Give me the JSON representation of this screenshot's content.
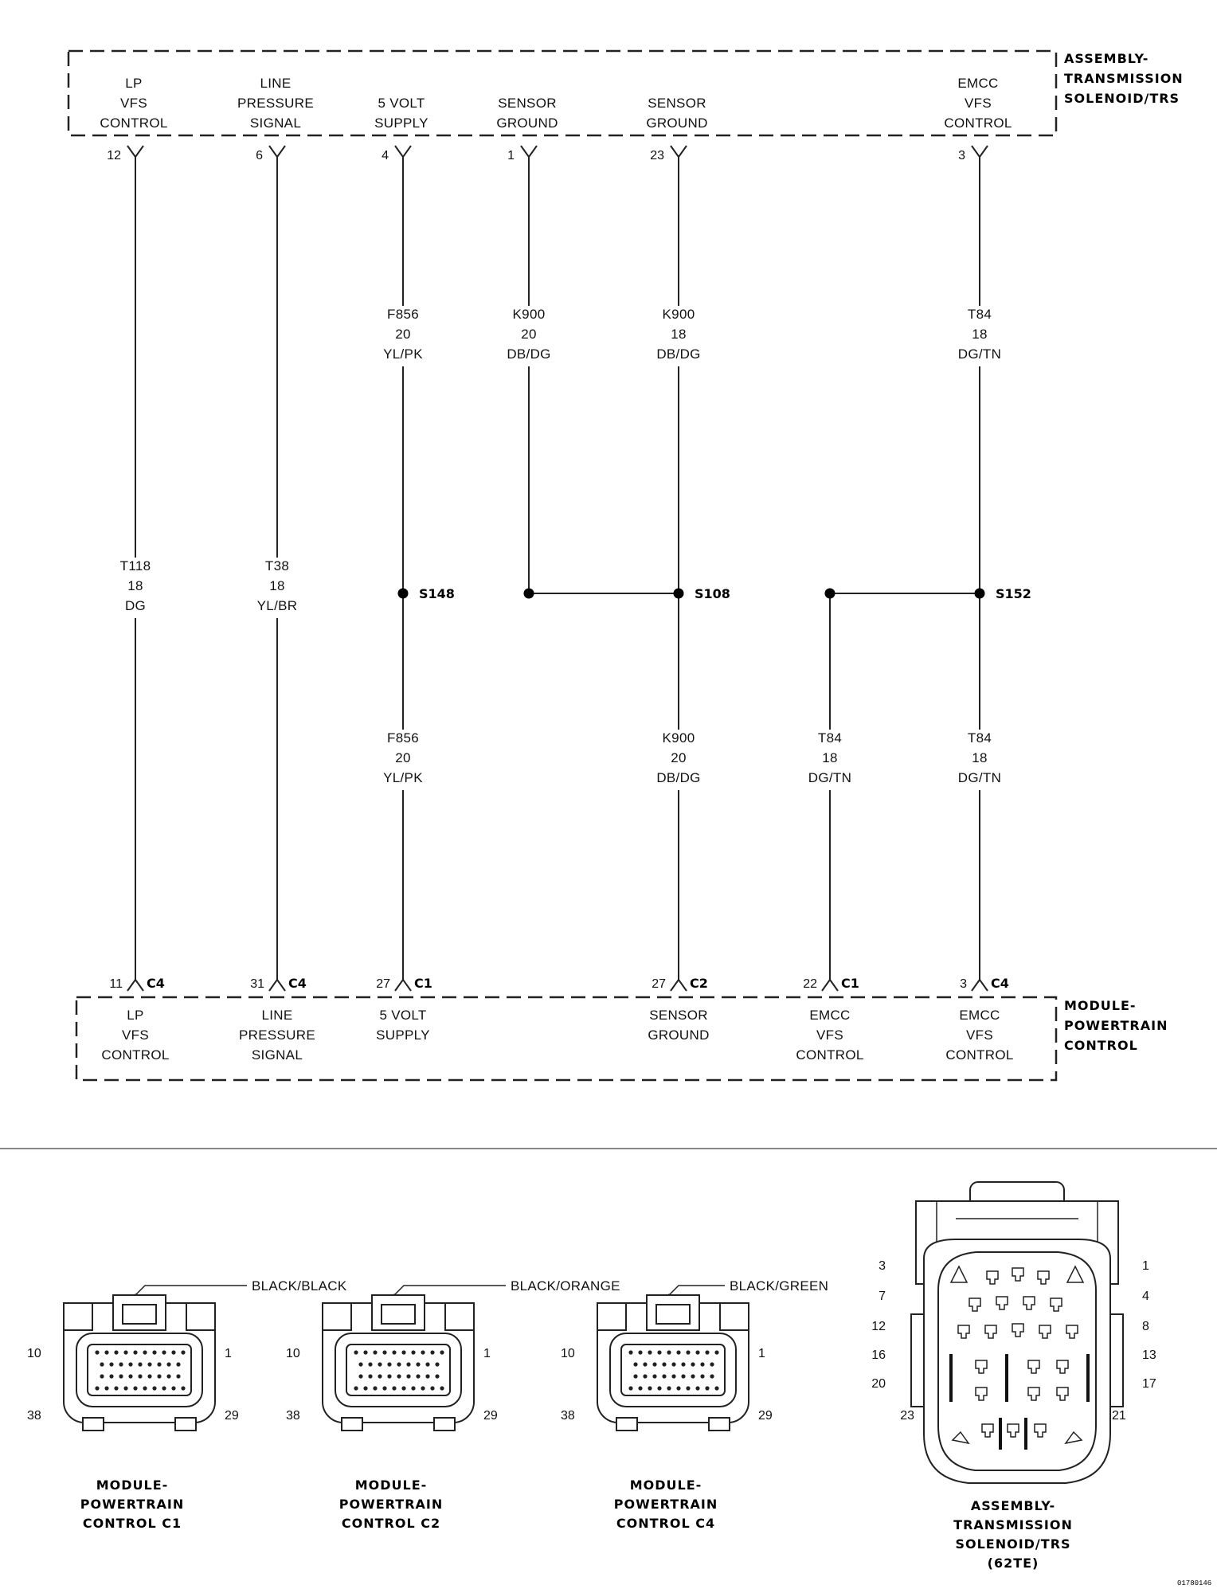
{
  "top_assembly": {
    "title_lines": [
      "ASSEMBLY-",
      "TRANSMISSION",
      "SOLENOID/TRS"
    ],
    "signals": [
      {
        "lines": [
          "LP",
          "VFS",
          "CONTROL"
        ],
        "pin": "12"
      },
      {
        "lines": [
          "LINE",
          "PRESSURE",
          "SIGNAL"
        ],
        "pin": "6"
      },
      {
        "lines": [
          "5 VOLT",
          "SUPPLY"
        ],
        "pin": "4"
      },
      {
        "lines": [
          "SENSOR",
          "GROUND"
        ],
        "pin": "1"
      },
      {
        "lines": [
          "SENSOR",
          "GROUND"
        ],
        "pin": "23"
      },
      {
        "lines": [
          "EMCC",
          "VFS",
          "CONTROL"
        ],
        "pin": "3"
      }
    ]
  },
  "upper_wire_labels": [
    {
      "code": "F856",
      "gauge": "20",
      "color": "YL/PK"
    },
    {
      "code": "K900",
      "gauge": "20",
      "color": "DB/DG"
    },
    {
      "code": "K900",
      "gauge": "18",
      "color": "DB/DG"
    },
    {
      "code": "T84",
      "gauge": "18",
      "color": "DG/TN"
    }
  ],
  "mid_wire_labels": [
    {
      "code": "T118",
      "gauge": "18",
      "color": "DG"
    },
    {
      "code": "T38",
      "gauge": "18",
      "color": "YL/BR"
    }
  ],
  "splices": [
    "S148",
    "S108",
    "S152"
  ],
  "lower_wire_labels": [
    {
      "code": "F856",
      "gauge": "20",
      "color": "YL/PK"
    },
    {
      "code": "K900",
      "gauge": "20",
      "color": "DB/DG"
    },
    {
      "code": "T84",
      "gauge": "18",
      "color": "DG/TN"
    },
    {
      "code": "T84",
      "gauge": "18",
      "color": "DG/TN"
    }
  ],
  "bottom_module": {
    "title_lines": [
      "MODULE-",
      "POWERTRAIN",
      "CONTROL"
    ],
    "pins": [
      {
        "pin": "11",
        "conn": "C4",
        "lines": [
          "LP",
          "VFS",
          "CONTROL"
        ]
      },
      {
        "pin": "31",
        "conn": "C4",
        "lines": [
          "LINE",
          "PRESSURE",
          "SIGNAL"
        ]
      },
      {
        "pin": "27",
        "conn": "C1",
        "lines": [
          "5 VOLT",
          "SUPPLY"
        ]
      },
      {
        "pin": "27",
        "conn": "C2",
        "lines": [
          "SENSOR",
          "GROUND"
        ]
      },
      {
        "pin": "22",
        "conn": "C1",
        "lines": [
          "EMCC",
          "VFS",
          "CONTROL"
        ]
      },
      {
        "pin": "3",
        "conn": "C4",
        "lines": [
          "EMCC",
          "VFS",
          "CONTROL"
        ]
      }
    ]
  },
  "connector_views": [
    {
      "color_label": "BLACK/BLACK",
      "pin_tl": "10",
      "pin_tr": "1",
      "pin_bl": "38",
      "pin_br": "29",
      "title_lines": [
        "MODULE-",
        "POWERTRAIN",
        "CONTROL C1"
      ]
    },
    {
      "color_label": "BLACK/ORANGE",
      "pin_tl": "10",
      "pin_tr": "1",
      "pin_bl": "38",
      "pin_br": "29",
      "title_lines": [
        "MODULE-",
        "POWERTRAIN",
        "CONTROL C2"
      ]
    },
    {
      "color_label": "BLACK/GREEN",
      "pin_tl": "10",
      "pin_tr": "1",
      "pin_bl": "38",
      "pin_br": "29",
      "title_lines": [
        "MODULE-",
        "POWERTRAIN",
        "CONTROL C4"
      ]
    }
  ],
  "trs_connector": {
    "left_pins": [
      "3",
      "7",
      "12",
      "16",
      "20",
      "23"
    ],
    "right_pins": [
      "1",
      "4",
      "8",
      "13",
      "17",
      "21"
    ],
    "title_lines": [
      "ASSEMBLY-",
      "TRANSMISSION",
      "SOLENOID/TRS",
      "(62TE)"
    ]
  },
  "figure_id": "01780146"
}
